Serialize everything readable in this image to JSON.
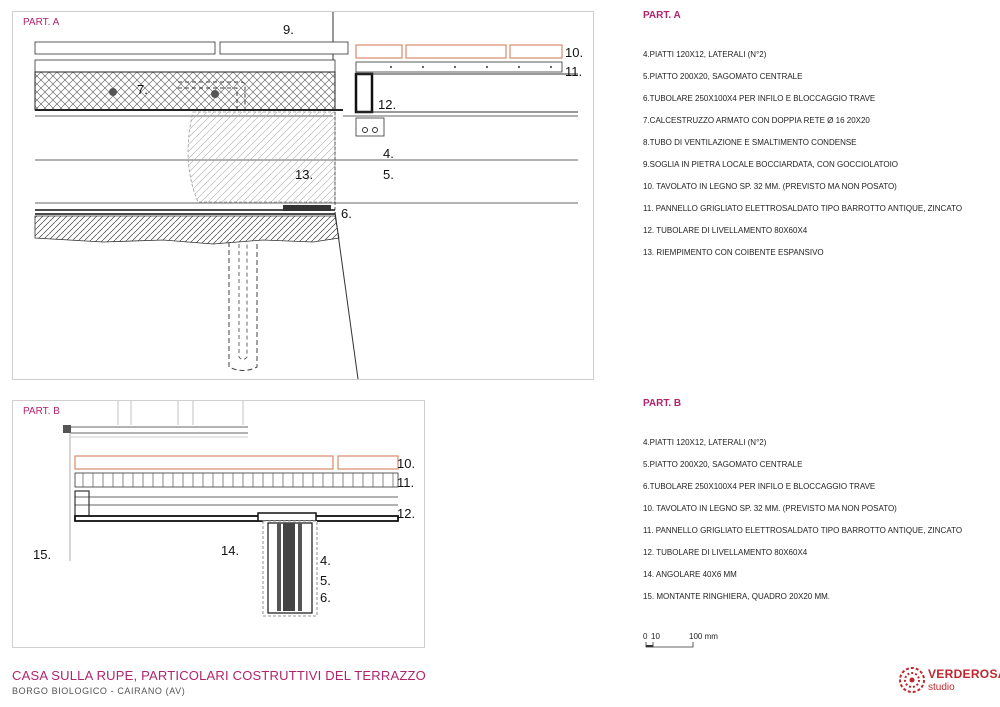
{
  "part_a": {
    "label": "PART. A",
    "callouts": [
      "9.",
      "10.",
      "11.",
      "7.",
      "12.",
      "4.",
      "5.",
      "13.",
      "6."
    ],
    "legend_title": "PART. A",
    "legend": [
      "4.PIATTI 120X12, LATERALI (N°2)",
      "5.PIATTO 200X20, SAGOMATO CENTRALE",
      "6.TUBOLARE 250X100X4 PER INFILO E BLOCCAGGIO TRAVE",
      "7.CALCESTRUZZO ARMATO CON DOPPIA RETE Ø 16 20X20",
      "8.TUBO DI VENTILAZIONE E SMALTIMENTO CONDENSE",
      "9.SOGLIA IN PIETRA LOCALE BOCCIARDATA, CON GOCCIOLATOIO",
      "10. TAVOLATO IN LEGNO SP. 32 MM. (PREVISTO MA NON POSATO)",
      "11. PANNELLO GRIGLIATO ELETTROSALDATO TIPO BARROTTO ANTIQUE, ZINCATO",
      "12. TUBOLARE DI LIVELLAMENTO 80X60X4",
      "13. RIEMPIMENTO CON COIBENTE ESPANSIVO"
    ]
  },
  "part_b": {
    "label": "PART. B",
    "callouts": [
      "10.",
      "11.",
      "12.",
      "15.",
      "14.",
      "4.",
      "5.",
      "6."
    ],
    "legend_title": "PART. B",
    "legend": [
      "4.PIATTI 120X12, LATERALI (N°2)",
      "5.PIATTO 200X20, SAGOMATO CENTRALE",
      "6.TUBOLARE 250X100X4 PER INFILO E BLOCCAGGIO TRAVE",
      "10. TAVOLATO IN LEGNO SP. 32 MM. (PREVISTO MA NON POSATO)",
      "11. PANNELLO GRIGLIATO ELETTROSALDATO TIPO BARROTTO ANTIQUE, ZINCATO",
      "12. TUBOLARE DI LIVELLAMENTO 80X60X4",
      "14. ANGOLARE 40X6 MM",
      "15. MONTANTE RINGHIERA, QUADRO 20X20 MM."
    ]
  },
  "scale_bar": {
    "zero": "0",
    "ten": "10",
    "hundred": "100 mm"
  },
  "footer": {
    "title": "CASA SULLA RUPE, PARTICOLARI COSTRUTTIVI DEL TERRAZZO",
    "subtitle": "BORGO BIOLOGICO - CAIRANO (AV)"
  },
  "logo": {
    "name": "VERDEROSA",
    "sub": "studio"
  },
  "colors": {
    "accent": "#b0246b",
    "wood": "#d98a6a",
    "logo": "#c0272d"
  }
}
